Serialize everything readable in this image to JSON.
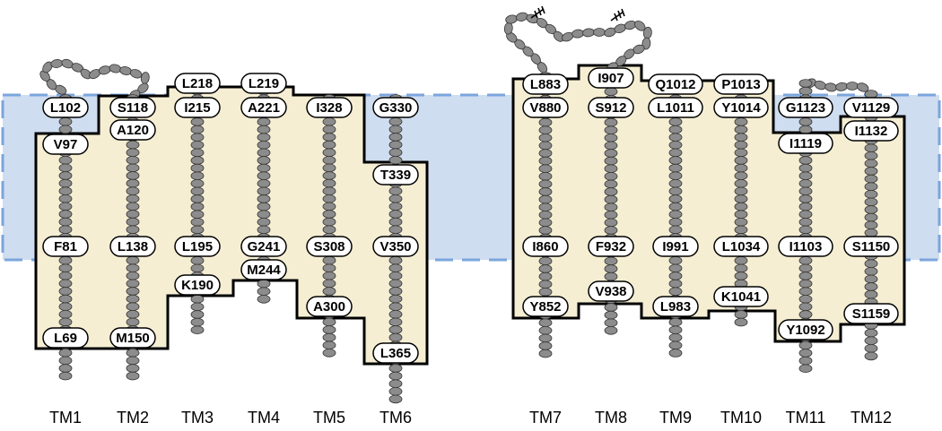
{
  "colors": {
    "membrane_band": "#cfddf0",
    "membrane_dash": "#7ba5dd",
    "region_fill": "#f5eed3",
    "residue_bead": "#8c8c8c",
    "outline": "#000000",
    "label_box": "#ffffff"
  },
  "icons": {
    "glycosylation": "glycosylation-icon"
  },
  "tm_labels": [
    "TM1",
    "TM2",
    "TM3",
    "TM4",
    "TM5",
    "TM6",
    "TM7",
    "TM8",
    "TM9",
    "TM10",
    "TM11",
    "TM12"
  ],
  "residue_labels": [
    {
      "tm": 1,
      "text": "L102"
    },
    {
      "tm": 1,
      "text": "V97"
    },
    {
      "tm": 1,
      "text": "F81"
    },
    {
      "tm": 1,
      "text": "L69"
    },
    {
      "tm": 2,
      "text": "S118"
    },
    {
      "tm": 2,
      "text": "A120"
    },
    {
      "tm": 2,
      "text": "L138"
    },
    {
      "tm": 2,
      "text": "M150"
    },
    {
      "tm": 3,
      "text": "L218"
    },
    {
      "tm": 3,
      "text": "I215"
    },
    {
      "tm": 3,
      "text": "L195"
    },
    {
      "tm": 3,
      "text": "K190"
    },
    {
      "tm": 4,
      "text": "L219"
    },
    {
      "tm": 4,
      "text": "A221"
    },
    {
      "tm": 4,
      "text": "G241"
    },
    {
      "tm": 4,
      "text": "M244"
    },
    {
      "tm": 5,
      "text": "I328"
    },
    {
      "tm": 5,
      "text": "S308"
    },
    {
      "tm": 5,
      "text": "A300"
    },
    {
      "tm": 6,
      "text": "G330"
    },
    {
      "tm": 6,
      "text": "T339"
    },
    {
      "tm": 6,
      "text": "V350"
    },
    {
      "tm": 6,
      "text": "L365"
    },
    {
      "tm": 7,
      "text": "L883"
    },
    {
      "tm": 7,
      "text": "V880"
    },
    {
      "tm": 7,
      "text": "I860"
    },
    {
      "tm": 7,
      "text": "Y852"
    },
    {
      "tm": 8,
      "text": "I907"
    },
    {
      "tm": 8,
      "text": "S912"
    },
    {
      "tm": 8,
      "text": "F932"
    },
    {
      "tm": 8,
      "text": "V938"
    },
    {
      "tm": 9,
      "text": "Q1012"
    },
    {
      "tm": 9,
      "text": "L1011"
    },
    {
      "tm": 9,
      "text": "I991"
    },
    {
      "tm": 9,
      "text": "L983"
    },
    {
      "tm": 10,
      "text": "P1013"
    },
    {
      "tm": 10,
      "text": "Y1014"
    },
    {
      "tm": 10,
      "text": "L1034"
    },
    {
      "tm": 10,
      "text": "K1041"
    },
    {
      "tm": 11,
      "text": "G1123"
    },
    {
      "tm": 11,
      "text": "I1119"
    },
    {
      "tm": 11,
      "text": "I1103"
    },
    {
      "tm": 11,
      "text": "Y1092"
    },
    {
      "tm": 12,
      "text": "V1129"
    },
    {
      "tm": 12,
      "text": "I1132"
    },
    {
      "tm": 12,
      "text": "S1150"
    },
    {
      "tm": 12,
      "text": "S1159"
    }
  ]
}
